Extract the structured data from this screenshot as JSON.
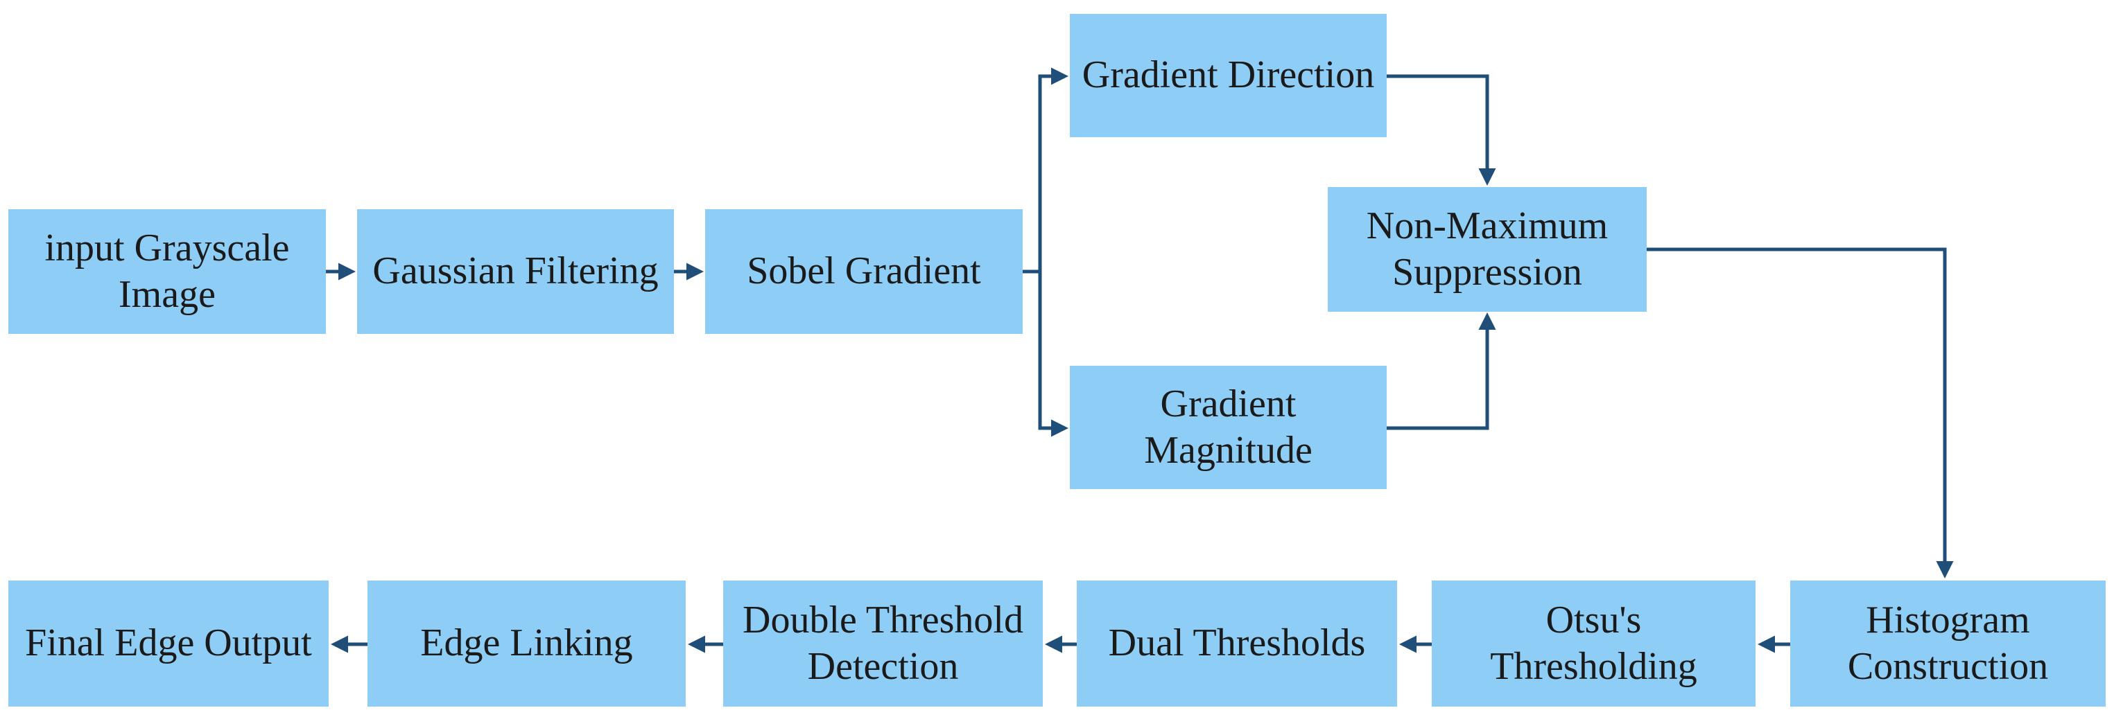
{
  "colors": {
    "box_fill": "#8ecdf5",
    "connector": "#1f4e79"
  },
  "nodes": {
    "input_grayscale_image": "input Grayscale\nImage",
    "gaussian_filtering": "Gaussian Filtering",
    "sobel_gradient": "Sobel Gradient",
    "gradient_direction": "Gradient Direction",
    "gradient_magnitude": "Gradient\nMagnitude",
    "non_maximum_suppression": "Non-Maximum\nSuppression",
    "histogram_construction": "Histogram\nConstruction",
    "otsus_thresholding": "Otsu's\nThresholding",
    "dual_thresholds": "Dual Thresholds",
    "double_threshold_detection": "Double Threshold\nDetection",
    "edge_linking": "Edge Linking",
    "final_edge_output": "Final Edge Output"
  },
  "edges": [
    {
      "from": "input_grayscale_image",
      "to": "gaussian_filtering"
    },
    {
      "from": "gaussian_filtering",
      "to": "sobel_gradient"
    },
    {
      "from": "sobel_gradient",
      "to": "gradient_direction"
    },
    {
      "from": "sobel_gradient",
      "to": "gradient_magnitude"
    },
    {
      "from": "gradient_direction",
      "to": "non_maximum_suppression"
    },
    {
      "from": "gradient_magnitude",
      "to": "non_maximum_suppression"
    },
    {
      "from": "non_maximum_suppression",
      "to": "histogram_construction"
    },
    {
      "from": "histogram_construction",
      "to": "otsus_thresholding"
    },
    {
      "from": "otsus_thresholding",
      "to": "dual_thresholds"
    },
    {
      "from": "dual_thresholds",
      "to": "double_threshold_detection"
    },
    {
      "from": "double_threshold_detection",
      "to": "edge_linking"
    },
    {
      "from": "edge_linking",
      "to": "final_edge_output"
    }
  ]
}
